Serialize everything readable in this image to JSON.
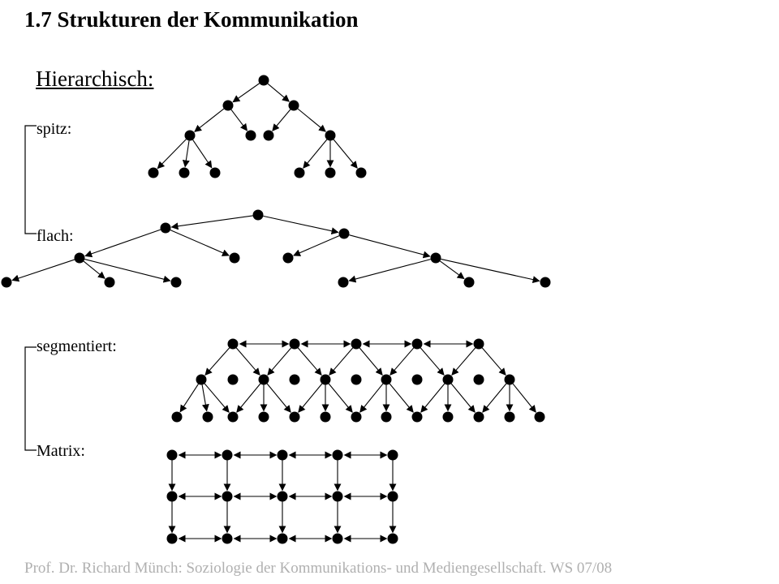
{
  "slide": {
    "title": "1.7 Strukturen der Kommunikation",
    "subtitle": "Hierarchisch:",
    "labels": {
      "spitz": "spitz:",
      "flach": "flach:",
      "segmentiert": "segmentiert:",
      "matrix": "Matrix:"
    },
    "footer": "Prof. Dr. Richard Münch: Soziologie der Kommunikations- und Mediengesellschaft. WS 07/08"
  },
  "colors": {
    "ink": "#000000",
    "footer": "#b0b0b0",
    "background": "#ffffff"
  }
}
